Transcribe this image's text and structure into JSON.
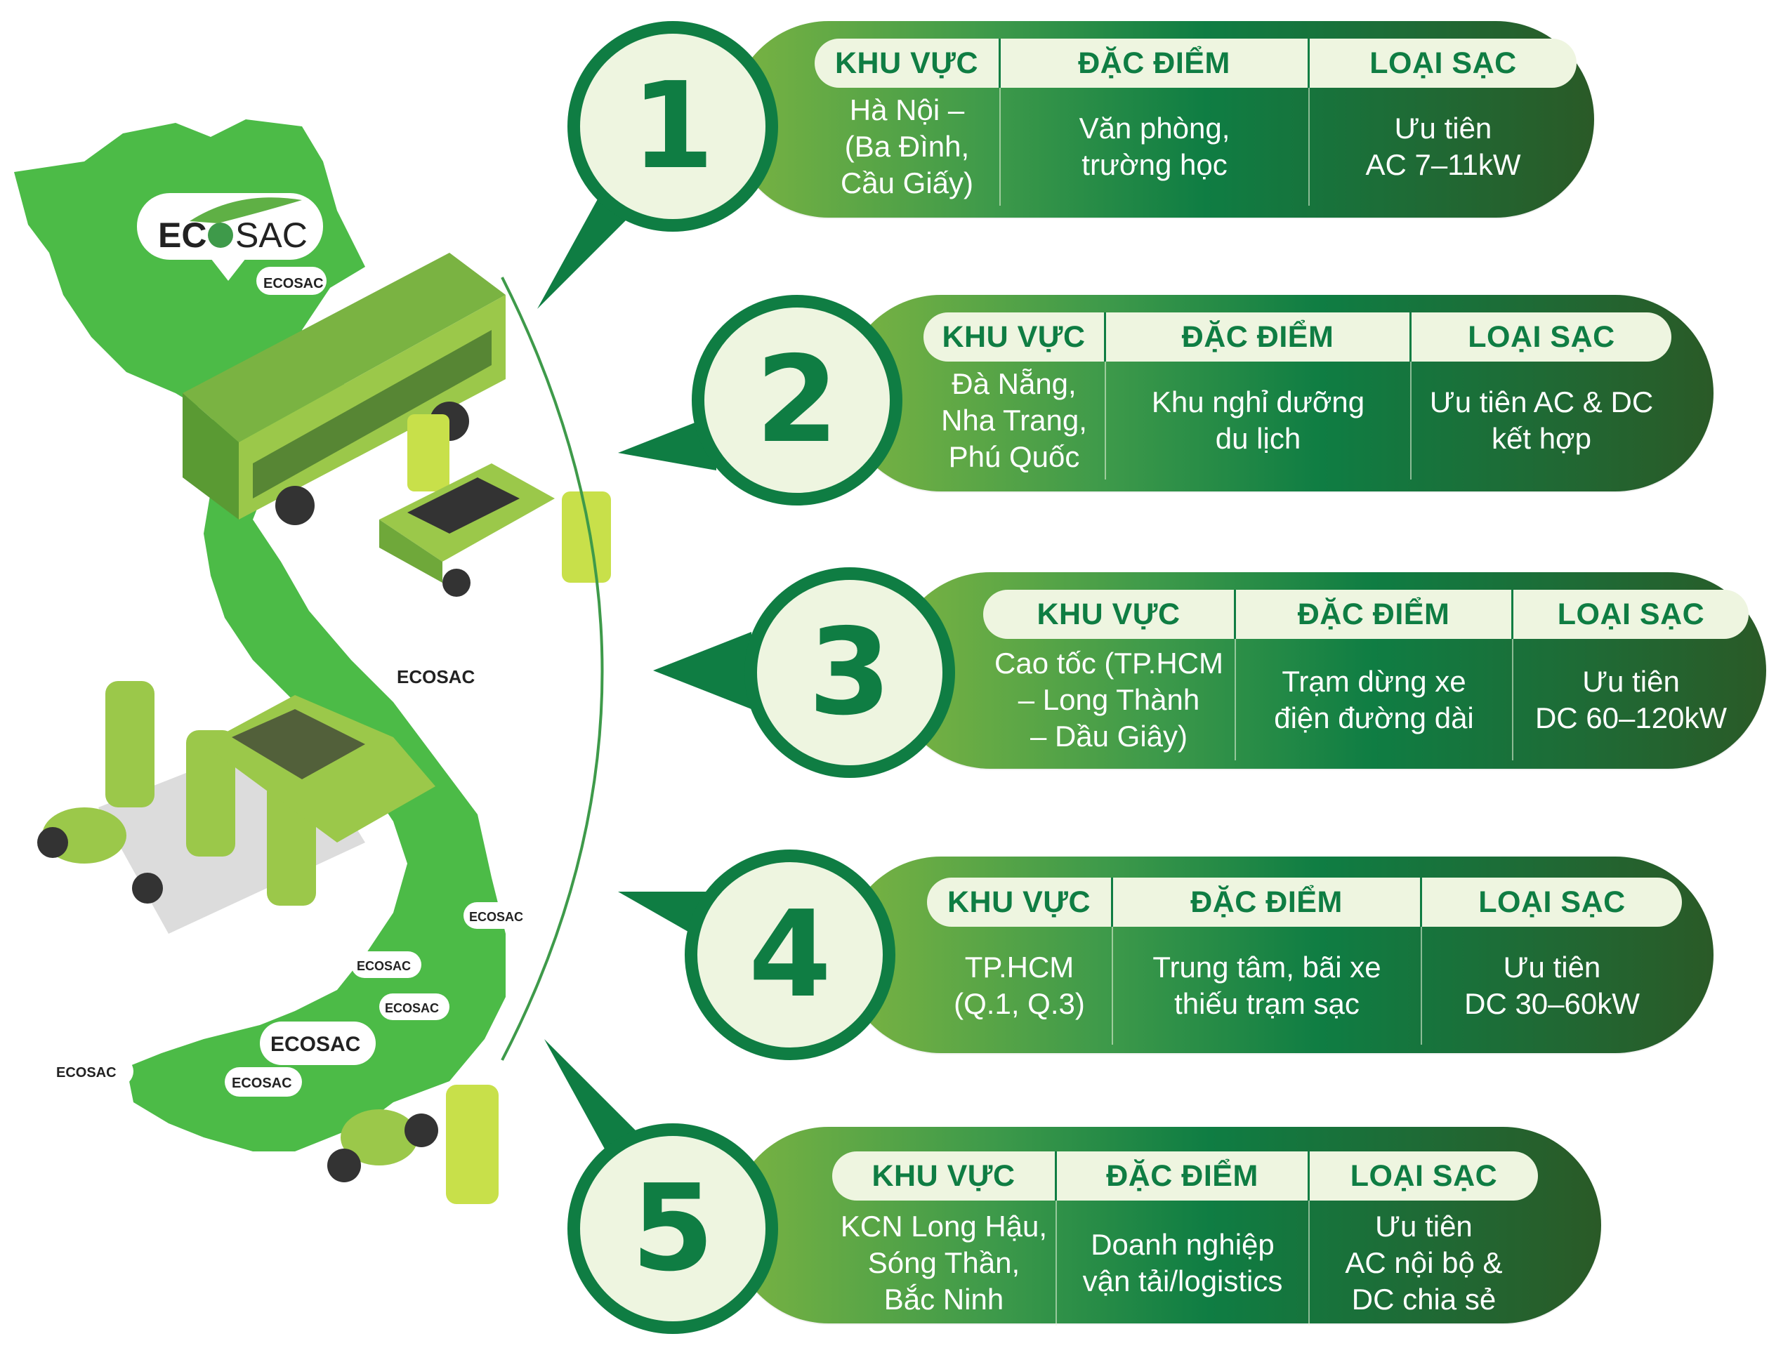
{
  "headers": {
    "region": "KHU VỰC",
    "feature": "ĐẶC ĐIỂM",
    "charger": "LOẠI SẠC"
  },
  "brand": {
    "logo_text_left": "EC",
    "logo_text_right": "SAC",
    "logo_full": "ECOSAC"
  },
  "colors": {
    "dark_green": "#0f7d43",
    "light_green": "#7ab342",
    "cream": "#eef5e0",
    "map_green": "#4cbb47",
    "deep_green": "#2a5a27"
  },
  "items": [
    {
      "number": "1",
      "region": "Hà Nội –\n(Ba Đình,\nCầu Giấy)",
      "feature": "Văn phòng,\ntrường học",
      "charger": "Ưu tiên\nAC 7–11kW"
    },
    {
      "number": "2",
      "region": "Đà Nẵng,\nNha Trang,\nPhú Quốc",
      "feature": "Khu nghỉ dưỡng\ndu lịch",
      "charger": "Ưu tiên AC & DC\nkết hợp"
    },
    {
      "number": "3",
      "region": "Cao tốc (TP.HCM\n– Long Thành\n– Dầu Giây)",
      "feature": "Trạm dừng xe\nđiện đường dài",
      "charger": "Ưu tiên\nDC 60–120kW"
    },
    {
      "number": "4",
      "region": "TP.HCM\n(Q.1, Q.3)",
      "feature": "Trung tâm, bãi xe\nthiếu trạm sạc",
      "charger": "Ưu tiên\nDC 30–60kW"
    },
    {
      "number": "5",
      "region": "KCN Long Hậu,\nSóng Thần,\nBắc Ninh",
      "feature": "Doanh nghiệp\nvận tải/logistics",
      "charger": "Ưu tiên\nAC nội bộ &\nDC chia sẻ"
    }
  ]
}
